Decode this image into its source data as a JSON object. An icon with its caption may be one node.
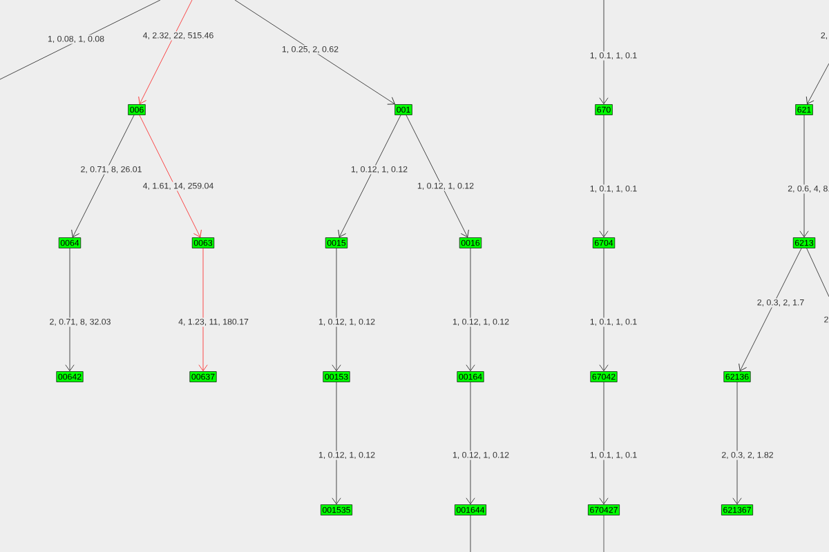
{
  "diagram": {
    "nodes": [
      {
        "text": [
          "006"
        ]
      },
      {
        "text": [
          "001"
        ]
      },
      {
        "text": [
          "670"
        ]
      },
      {
        "text": [
          "621"
        ]
      },
      {
        "text": [
          "0064"
        ]
      },
      {
        "text": [
          "0063"
        ]
      },
      {
        "text": [
          "0015"
        ]
      },
      {
        "text": [
          "0016"
        ]
      },
      {
        "text": [
          "6704"
        ]
      },
      {
        "text": [
          "6213"
        ]
      },
      {
        "text": [
          "00642"
        ]
      },
      {
        "text": [
          "00637"
        ]
      },
      {
        "text": [
          "00153"
        ]
      },
      {
        "text": [
          "00164"
        ]
      },
      {
        "text": [
          "67042"
        ]
      },
      {
        "text": [
          "62136"
        ]
      },
      {
        "text": [
          "001535"
        ]
      },
      {
        "text": [
          "001644"
        ]
      },
      {
        "text": [
          "670427"
        ]
      },
      {
        "text": [
          "621367"
        ]
      }
    ],
    "labels": [
      "1, 0.08, 1, 0.08"
    ],
    "edges": [
      {
        "from": null,
        "to": 0,
        "arrow": "to",
        "label": "4, 2.32, 22, 515.46",
        "color": "#ff0000"
      },
      {
        "from": null,
        "to": 1,
        "arrow": "to",
        "label": "1, 0.25, 2, 0.62"
      },
      {
        "from": null,
        "to": 2,
        "arrow": "to",
        "label": "1, 0.1, 1, 0.1"
      },
      {
        "from": null,
        "to": 3,
        "arrow": "to",
        "label": "2,"
      },
      {
        "from": 0,
        "to": 4,
        "arrow": "to",
        "label": "2, 0.71, 8, 26.01"
      },
      {
        "from": 0,
        "to": 5,
        "arrow": "to",
        "label": "4, 1.61, 14, 259.04",
        "color": "#ff0000"
      },
      {
        "from": 1,
        "to": 6,
        "arrow": "to",
        "label": "1, 0.12, 1, 0.12"
      },
      {
        "from": 1,
        "to": 7,
        "arrow": "to",
        "label": "1, 0.12, 1, 0.12"
      },
      {
        "from": 2,
        "to": 8,
        "arrow": "to",
        "label": "1, 0.1, 1, 0.1"
      },
      {
        "from": 3,
        "to": 9,
        "arrow": "to",
        "label": "2, 0.6, 4, 8."
      },
      {
        "from": 4,
        "to": 10,
        "arrow": "to",
        "label": "2, 0.71, 8, 32.03"
      },
      {
        "from": 5,
        "to": 11,
        "arrow": "to",
        "label": "4, 1.23, 11, 180.17",
        "color": "#ff0000"
      },
      {
        "from": 6,
        "to": 12,
        "arrow": "to",
        "label": "1, 0.12, 1, 0.12"
      },
      {
        "from": 7,
        "to": 13,
        "arrow": "to",
        "label": "1, 0.12, 1, 0.12"
      },
      {
        "from": 8,
        "to": 14,
        "arrow": "to",
        "label": "1, 0.1, 1, 0.1"
      },
      {
        "from": 9,
        "to": 15,
        "arrow": "to",
        "label": "2, 0.3, 2, 1.7"
      },
      {
        "from": 9,
        "to": null,
        "arrow": "none",
        "label": "2"
      },
      {
        "from": 12,
        "to": 16,
        "arrow": "to",
        "label": "1, 0.12, 1, 0.12"
      },
      {
        "from": 13,
        "to": 17,
        "arrow": "to",
        "label": "1, 0.12, 1, 0.12"
      },
      {
        "from": 14,
        "to": 18,
        "arrow": "to",
        "label": "1, 0.1, 1, 0.1"
      },
      {
        "from": 15,
        "to": 19,
        "arrow": "to",
        "label": "2, 0.3, 2, 1.82"
      },
      {
        "from": 17,
        "to": null,
        "arrow": "none"
      },
      {
        "from": 18,
        "to": null,
        "arrow": "none"
      }
    ]
  }
}
